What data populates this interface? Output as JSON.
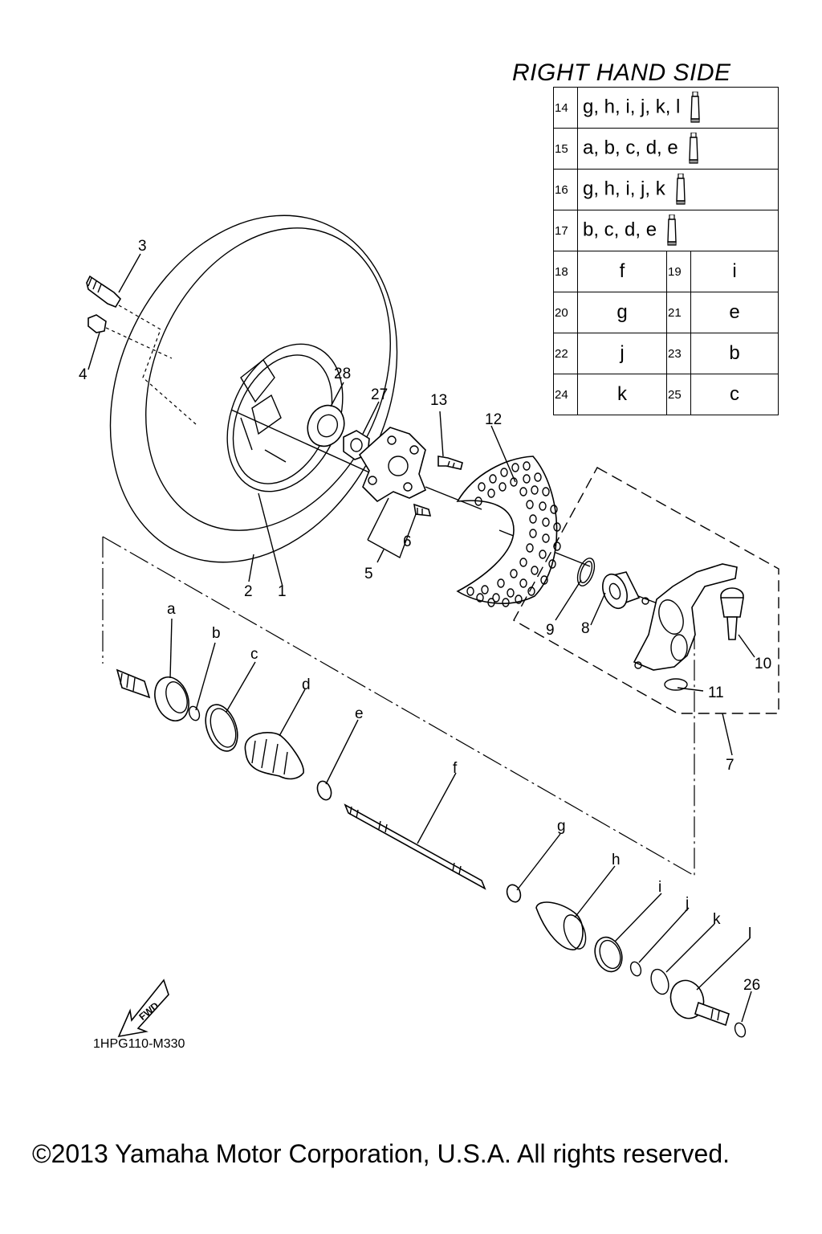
{
  "header": {
    "title": "RIGHT HAND SIDE"
  },
  "table": {
    "rows": [
      {
        "num": "14",
        "text": "g, h, i, j, k, l",
        "icon": "grease-tube-icon"
      },
      {
        "num": "15",
        "text": "a, b, c, d, e",
        "icon": "grease-tube-icon"
      },
      {
        "num": "16",
        "text": "g, h, i, j, k",
        "icon": "grease-tube-icon"
      },
      {
        "num": "17",
        "text": "b, c, d, e",
        "icon": "grease-tube-icon"
      }
    ],
    "pairs": [
      {
        "num1": "18",
        "val1": "f",
        "num2": "19",
        "val2": "i"
      },
      {
        "num1": "20",
        "val1": "g",
        "num2": "21",
        "val2": "e"
      },
      {
        "num1": "22",
        "val1": "j",
        "num2": "23",
        "val2": "b"
      },
      {
        "num1": "24",
        "val1": "k",
        "num2": "25",
        "val2": "c"
      }
    ]
  },
  "callouts": {
    "c1": "1",
    "c2": "2",
    "c3": "3",
    "c4": "4",
    "c5": "5",
    "c6": "6",
    "c7": "7",
    "c8": "8",
    "c9": "9",
    "c10": "10",
    "c11": "11",
    "c12": "12",
    "c13": "13",
    "c26": "26",
    "c27": "27",
    "c28": "28",
    "a": "a",
    "b": "b",
    "c": "c",
    "d": "d",
    "e": "e",
    "f": "f",
    "g": "g",
    "h": "h",
    "i": "i",
    "j": "j",
    "k": "k",
    "l": "l"
  },
  "fwd_label": "FWD",
  "drawing_code": "1HPG110-M330",
  "copyright": "©2013 Yamaha Motor Corporation, U.S.A. All rights reserved."
}
